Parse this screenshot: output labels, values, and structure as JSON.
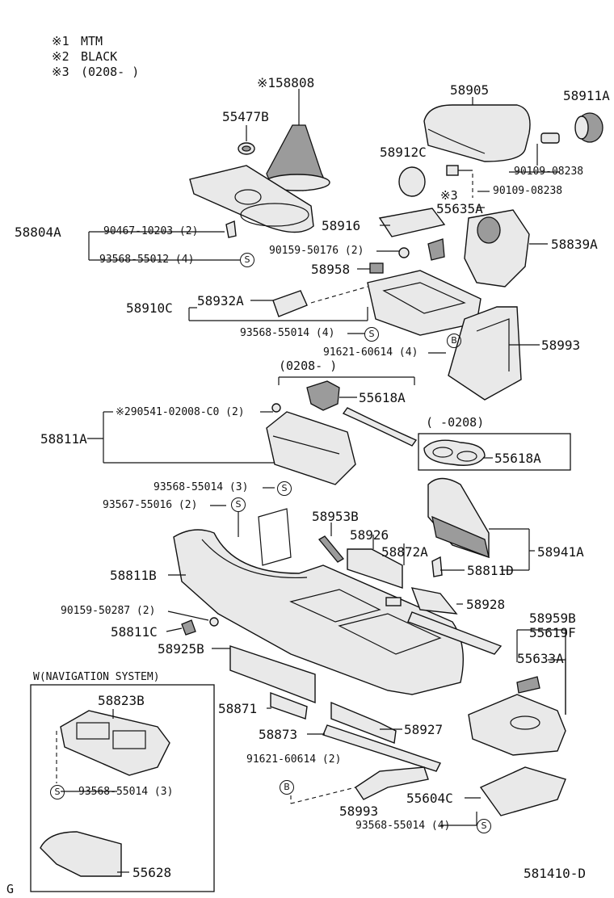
{
  "legend": {
    "items": [
      {
        "mark": "※1",
        "text": "MTM"
      },
      {
        "mark": "※2",
        "text": "BLACK"
      },
      {
        "mark": "※3",
        "text": "(0208-       )"
      }
    ]
  },
  "labels": {
    "p58808": "※158808",
    "p58905": "58905",
    "p58911A": "58911A",
    "p55477B": "55477B",
    "p58912C": "58912C",
    "p90109a": "90109-08238",
    "p90109b": "90109-08238",
    "p_note3": "※3",
    "p55635A": "55635A",
    "p58916": "58916",
    "p58839A": "58839A",
    "p58804A": "58804A",
    "p90467": "90467-10203 (2)",
    "p93568a": "93568-55012 (4)",
    "p90159a": "90159-50176 (2)",
    "p58958": "58958",
    "p58910C": "58910C",
    "p58932A": "58932A",
    "p93568b": "93568-55014 (4)",
    "p91621a": "91621-60614 (4)",
    "p58993a": "58993",
    "p0208a": "(0208-       )",
    "p55618Aa": "55618A",
    "p58811A": "58811A",
    "p290541": "※290541-02008-C0 (2)",
    "p0208b": "(       -0208)",
    "p55618Ab": "55618A",
    "p93568c": "93568-55014 (3)",
    "p93567": "93567-55016 (2)",
    "p58953B": "58953B",
    "p58926": "58926",
    "p58872A": "58872A",
    "p58941A": "58941A",
    "p58811B": "58811B",
    "p58811D": "58811D",
    "p90159b": "90159-50287 (2)",
    "p58928": "58928",
    "p58959B": "58959B",
    "p55619F": "55619F",
    "p58811C": "58811C",
    "p58925B": "58925B",
    "p55633A": "55633A",
    "pNav": "W(NAVIGATION SYSTEM)",
    "p58823B": "58823B",
    "p58871": "58871",
    "p58927": "58927",
    "p58873": "58873",
    "p91621b": "91621-60614 (2)",
    "p93568d": "93568-55014 (3)",
    "p58993b": "58993",
    "p55604C": "55604C",
    "p93568e": "93568-55014 (4)",
    "p55628": "55628",
    "pDiagramId": "581410-D",
    "pCorner": "G"
  },
  "symbols": {
    "s": "S",
    "b": "B"
  }
}
